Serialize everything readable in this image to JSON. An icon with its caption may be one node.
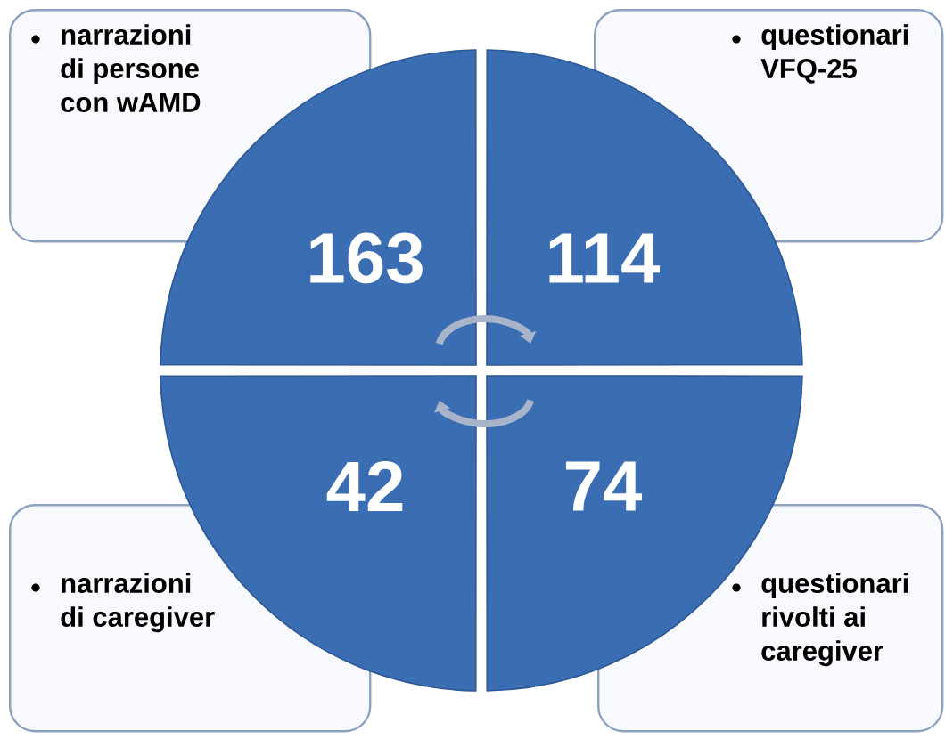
{
  "diagram": {
    "nodes": [
      {
        "text": [
          "narrazioni di persone con wAMD"
        ]
      },
      {
        "text": [
          "163"
        ]
      },
      {
        "text": [
          "questionari VFQ-25"
        ]
      },
      {
        "text": [
          "114"
        ]
      },
      {
        "text": [
          "narrazioni di caregiver"
        ]
      },
      {
        "text": [
          "42"
        ]
      },
      {
        "text": [
          "questionari rivolti ai caregiver"
        ]
      },
      {
        "text": [
          "74"
        ]
      }
    ],
    "edges": [
      {
        "from": 1,
        "to": 3,
        "arrow": "to"
      },
      {
        "from": 7,
        "to": 5,
        "arrow": "to"
      }
    ]
  }
}
